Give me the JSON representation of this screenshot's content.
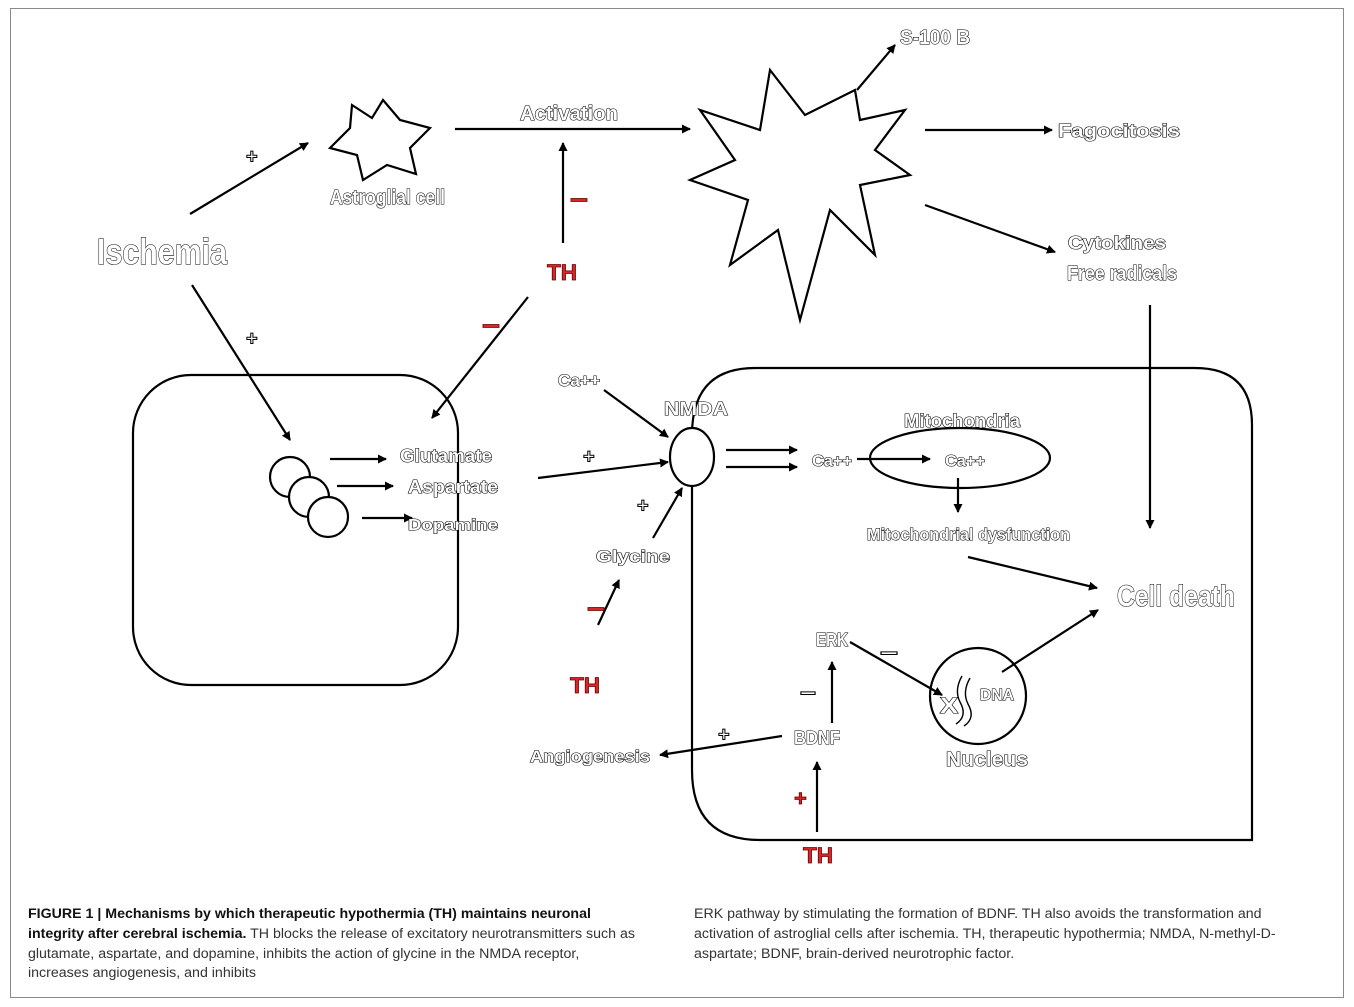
{
  "labels": {
    "ischemia": "Ischemia",
    "astroglial_cell": "Astroglial cell",
    "activation": "Activation",
    "s100b": "S-100 B",
    "fagocitosis": "Fagocitosis",
    "cytokines": "Cytokines",
    "free_radicals": "Free radicals",
    "glutamate": "Glutamate",
    "aspartate": "Aspartate",
    "dopamine": "Dopamine",
    "ca_left": "Ca++",
    "nmda": "NMDA",
    "glycine": "Glycine",
    "mitochondria": "Mitochondria",
    "ca_inner": "Ca++",
    "ca_mito": "Ca++",
    "mito_dysfunction": "Mitochondrial dysfunction",
    "cell_death": "Cell death",
    "erk": "ERK",
    "bdnf": "BDNF",
    "angiogenesis": "Angiogenesis",
    "dna": "DNA",
    "nucleus": "Nucleus",
    "block_x": "X",
    "th": "TH",
    "plus": "+",
    "minus": "–"
  },
  "caption": {
    "figure_label": "FIGURE 1 | Mechanisms by which therapeutic hypothermia (TH) maintains neuronal integrity after cerebral ischemia.",
    "col1_text": "TH blocks the release of excitatory neurotransmitters such as glutamate, aspartate, and dopamine, inhibits the action of glycine in the NMDA receptor, increases angiogenesis, and inhibits",
    "col2_text": "ERK pathway by stimulating the formation of BDNF. TH also avoids the transformation and activation of astroglial cells after ischemia. TH, therapeutic hypothermia; NMDA, N-methyl-D-aspartate; BDNF, brain-derived neurotrophic factor."
  },
  "colors": {
    "inhibitor_red": "#d62828",
    "line": "#000000",
    "caption_text": "#333333"
  }
}
